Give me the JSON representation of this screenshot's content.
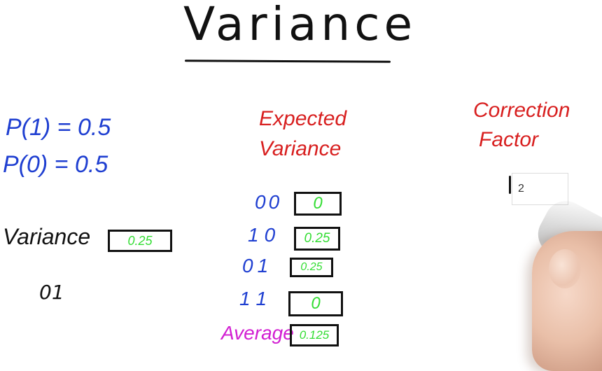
{
  "title": "Variance",
  "probabilities": {
    "p1": "P(1) = 0.5",
    "p0": "P(0) = 0.5"
  },
  "variance": {
    "label": "Variance",
    "value": "0.25"
  },
  "sample": "01",
  "expected_variance": {
    "heading_line1": "Expected",
    "heading_line2": "Variance",
    "rows": [
      {
        "combo": "00",
        "value": "0"
      },
      {
        "combo": "10",
        "value": "0.25"
      },
      {
        "combo": "01",
        "value": "0.25"
      },
      {
        "combo": "11",
        "value": "0"
      }
    ],
    "average_label": "Average",
    "average_value": "0.125"
  },
  "correction_factor": {
    "heading_line1": "Correction",
    "heading_line2": "Factor",
    "input_value": "2"
  },
  "colors": {
    "ink": "#111111",
    "blue": "#1f3fd1",
    "red": "#d81f1f",
    "green": "#33dd33",
    "magenta": "#d21fd2"
  }
}
